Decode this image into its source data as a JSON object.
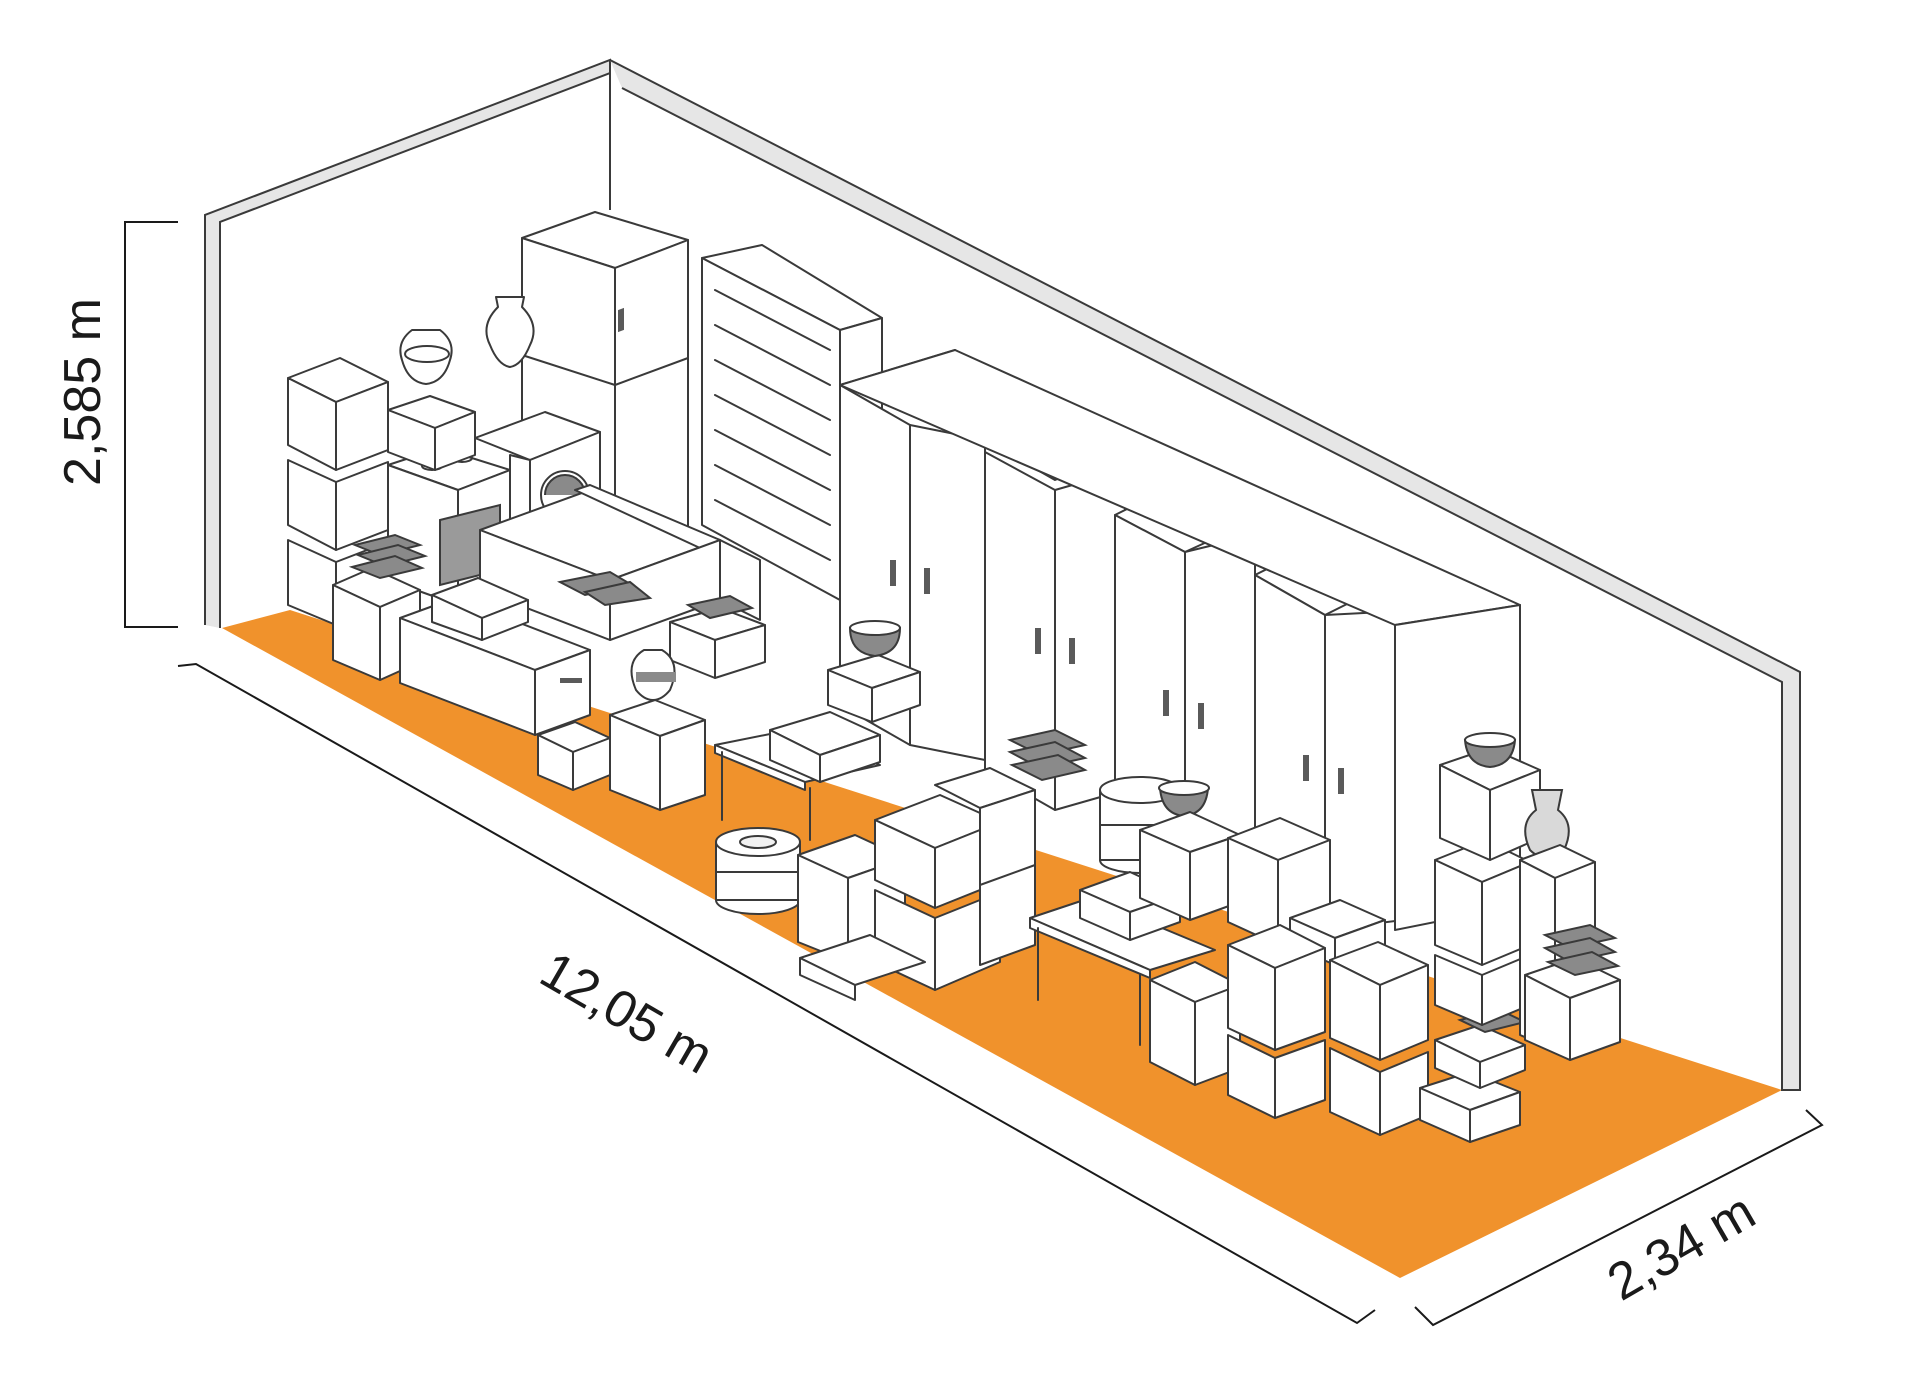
{
  "dimensions": {
    "height_label": "2,585 m",
    "length_label": "12,05 m",
    "width_label": "2,34 m"
  },
  "colors": {
    "floor": "#f0922c",
    "line": "#3a3a3a",
    "wall": "#e6e6e6"
  },
  "icons": [
    "storage-unit",
    "cabinet",
    "wardrobe",
    "shelf-unit",
    "washing-machine",
    "stove",
    "sofa",
    "table",
    "tire-stack",
    "vase",
    "bowl",
    "book-stack",
    "moving-box"
  ]
}
